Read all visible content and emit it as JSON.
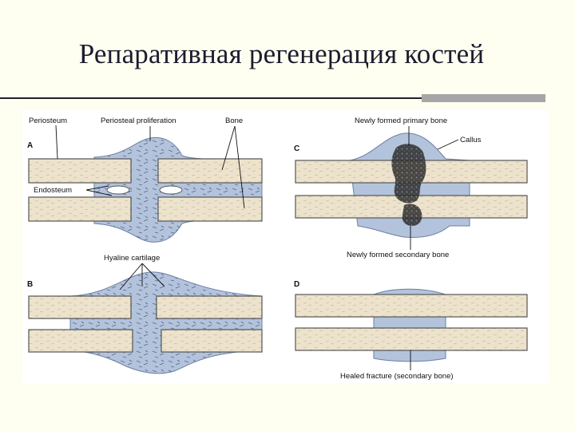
{
  "slide": {
    "title": "Репаративная регенерация костей"
  },
  "figure": {
    "panels": {
      "A": {
        "letter": "A",
        "labels": {
          "periosteum": "Periosteum",
          "periosteal_proliferation": "Periosteal proliferation",
          "bone": "Bone",
          "endosteum": "Endosteum"
        }
      },
      "B": {
        "letter": "B",
        "labels": {
          "hyaline_cartilage": "Hyaline cartilage"
        }
      },
      "C": {
        "letter": "C",
        "labels": {
          "newly_formed_primary_bone": "Newly formed primary bone",
          "callus": "Callus",
          "newly_formed_secondary_bone": "Newly formed secondary bone"
        }
      },
      "D": {
        "letter": "D",
        "labels": {
          "healed_fracture": "Healed fracture (secondary bone)"
        }
      }
    },
    "colors": {
      "bone": "#ede3cc",
      "callus_tissue": "#b3c3dc",
      "outline": "#555555"
    }
  }
}
